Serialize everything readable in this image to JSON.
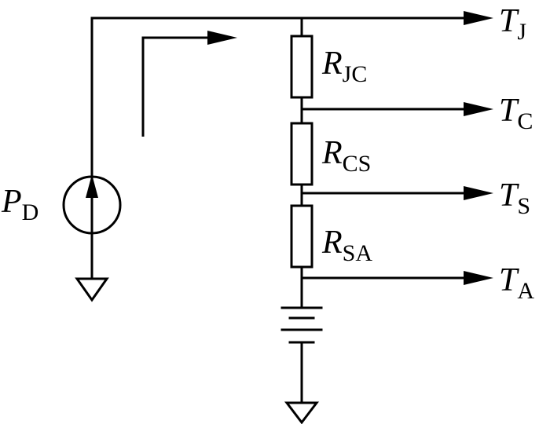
{
  "colors": {
    "line": "#000000",
    "background": "#ffffff"
  },
  "labels": {
    "tj": {
      "main": "T",
      "sub": "J"
    },
    "tc": {
      "main": "T",
      "sub": "C"
    },
    "ts": {
      "main": "T",
      "sub": "S"
    },
    "ta": {
      "main": "T",
      "sub": "A"
    },
    "rjc": {
      "main": "R",
      "sub": "JC"
    },
    "rcs": {
      "main": "R",
      "sub": "CS"
    },
    "rsa": {
      "main": "R",
      "sub": "SA"
    },
    "pd": {
      "main": "P",
      "sub": "D"
    }
  },
  "components": [
    {
      "kind": "current-source-icon"
    },
    {
      "kind": "resistor-icon"
    },
    {
      "kind": "resistor-icon"
    },
    {
      "kind": "resistor-icon"
    },
    {
      "kind": "battery-icon"
    },
    {
      "kind": "ground-icon"
    },
    {
      "kind": "ground-icon"
    },
    {
      "kind": "arrow-icon"
    }
  ]
}
